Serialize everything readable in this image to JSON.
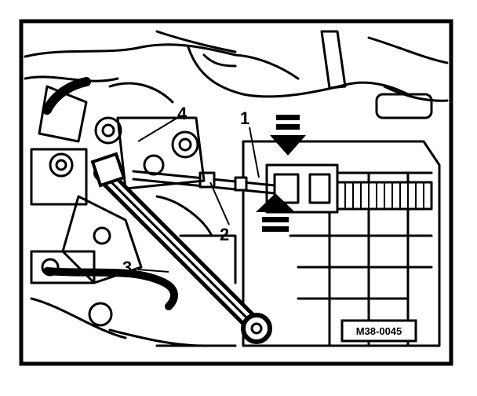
{
  "figure": {
    "callouts": {
      "c1": "1",
      "c2": "2",
      "c3": "3",
      "c4": "4"
    },
    "reference_code": "M38-0045"
  }
}
